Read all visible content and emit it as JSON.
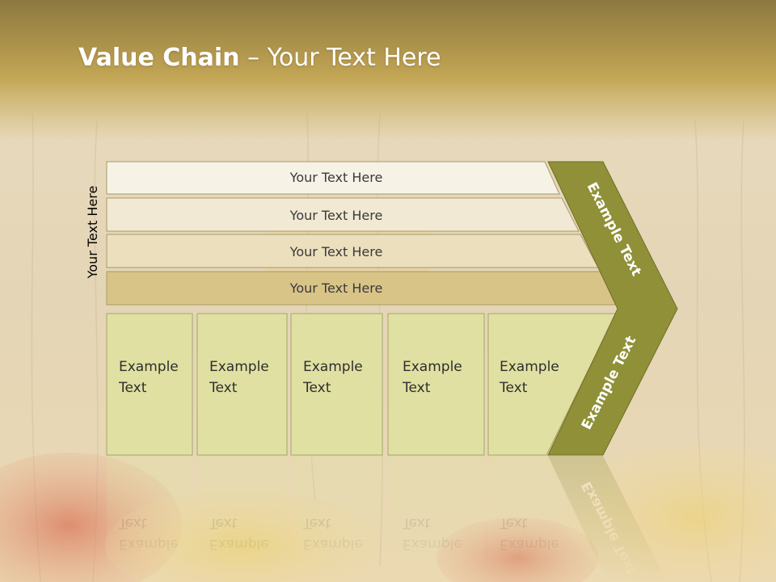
{
  "title": {
    "bold": "Value Chain",
    "rest": " – Your Text Here"
  },
  "side_label": "Your Text Here",
  "bars": [
    "Your Text Here",
    "Your Text Here",
    "Your Text Here",
    "Your Text Here"
  ],
  "cells": [
    [
      "Example",
      "Text"
    ],
    [
      "Example",
      "Text"
    ],
    [
      "Example",
      "Text"
    ],
    [
      "Example",
      "Text"
    ],
    [
      "Example",
      "Text"
    ]
  ],
  "chevron": {
    "upper": "Example Text",
    "lower": "Example Text"
  },
  "colors": {
    "bar_fills": [
      "#f6f2e6",
      "#f1e9d3",
      "#ecdfbd",
      "#d9c488"
    ],
    "cell_fill": "#e0e0a2",
    "chevron": "#8f9037",
    "title_band": "#c2a554"
  }
}
